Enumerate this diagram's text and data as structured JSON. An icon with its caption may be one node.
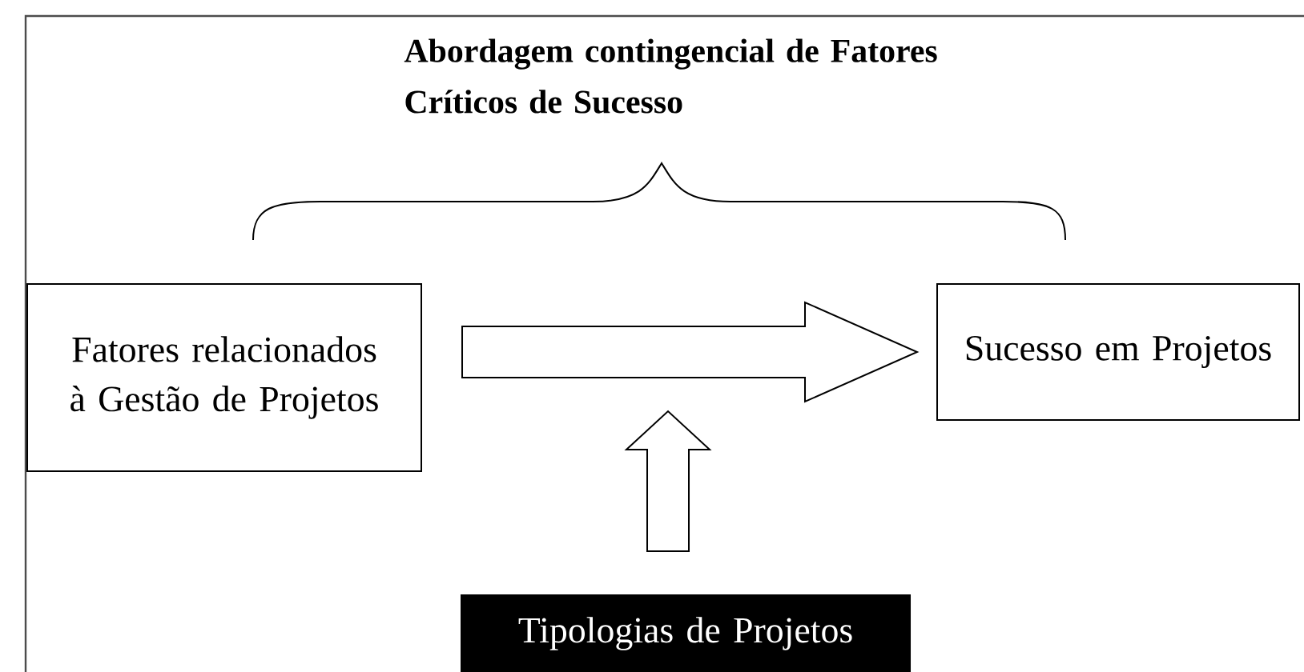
{
  "diagram": {
    "title": "Abordagem contingencial de Fatores Críticos de Sucesso",
    "nodes": [
      {
        "text": [
          "Fatores relacionados à Gestão de Projetos"
        ]
      },
      {
        "text": [
          "Sucesso em Projetos"
        ]
      },
      {
        "text": [
          "Tipologias de Projetos"
        ]
      }
    ],
    "edges": [
      {
        "from": 0,
        "to": 1,
        "arrow": "to"
      },
      {
        "from": 2,
        "to": null,
        "arrow": "to"
      }
    ]
  }
}
